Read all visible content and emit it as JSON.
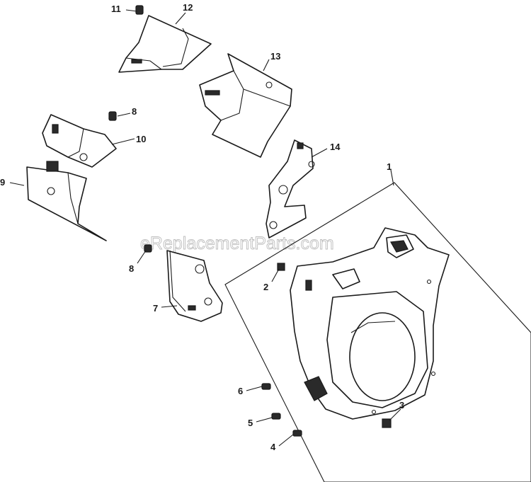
{
  "diagram": {
    "watermark": "eReplacementParts.com",
    "callouts": {
      "c1": "1",
      "c2": "2",
      "c3": "3",
      "c4": "4",
      "c5": "5",
      "c6": "6",
      "c7": "7",
      "c8a": "8",
      "c8b": "8",
      "c9": "9",
      "c10": "10",
      "c11": "11",
      "c12": "12",
      "c13": "13",
      "c14": "14"
    }
  }
}
